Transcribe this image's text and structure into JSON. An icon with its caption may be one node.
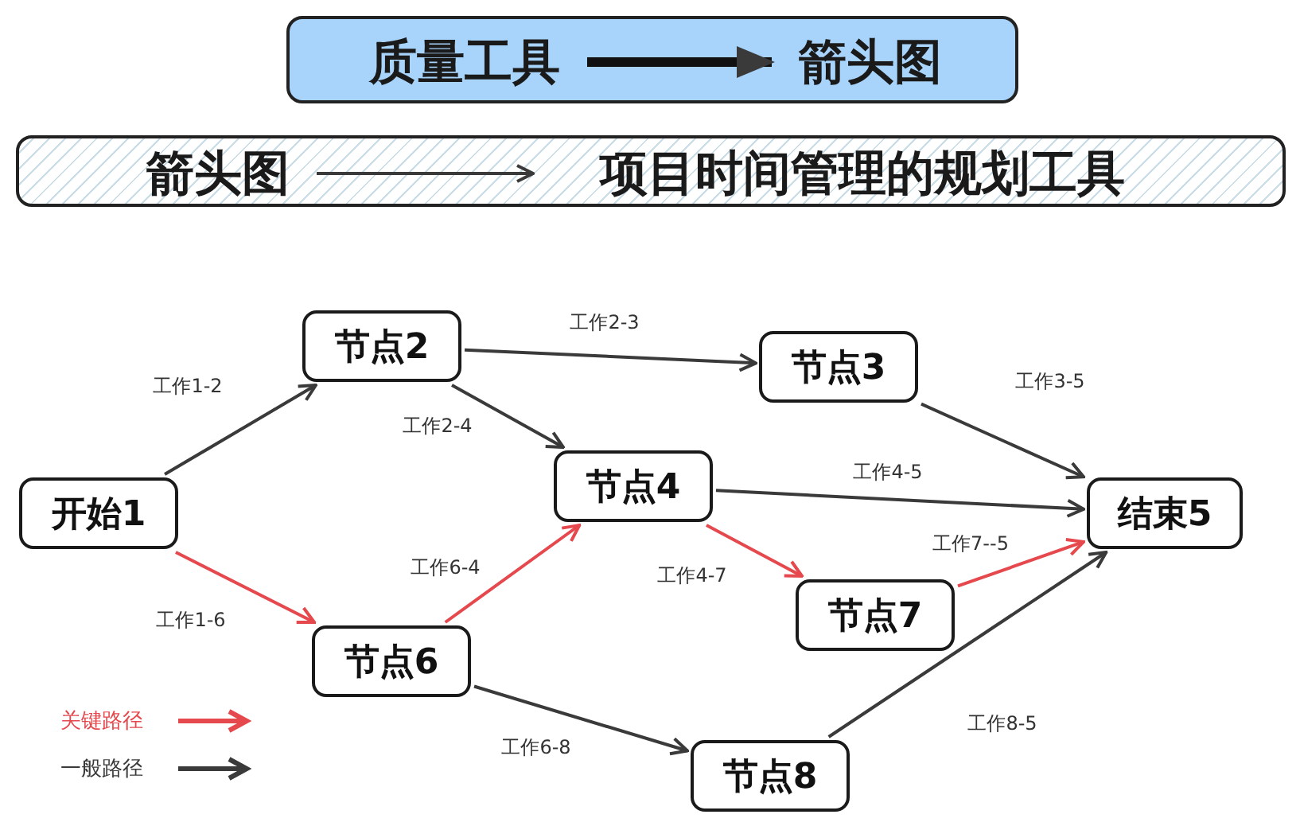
{
  "diagram": {
    "nodes": [
      {
        "text": [],
        "shape": "box"
      },
      {
        "text": [
          "质量工具"
        ],
        "in": 0
      },
      {
        "text": [
          "箭头图"
        ],
        "in": 0
      },
      {
        "text": [],
        "shape": "box"
      },
      {
        "text": [
          "箭头图"
        ],
        "in": 3
      },
      {
        "text": [
          "项目时间管理的规划工具"
        ],
        "in": 3
      },
      {
        "text": [
          "开始1"
        ]
      },
      {
        "text": [
          "节点2"
        ]
      },
      {
        "text": [
          "节点3"
        ]
      },
      {
        "text": [
          "节点4"
        ]
      },
      {
        "text": [
          "结束5"
        ]
      },
      {
        "text": [
          "节点6"
        ]
      },
      {
        "text": [
          "节点7"
        ]
      },
      {
        "text": [
          "节点8"
        ]
      }
    ],
    "edges": [
      {
        "from": 1,
        "to": 2,
        "arrow": "to",
        "style": "thick"
      },
      {
        "from": 4,
        "to": 5,
        "arrow": "to"
      },
      {
        "from": 6,
        "to": 7,
        "arrow": "to",
        "label": "工作1-2"
      },
      {
        "from": 7,
        "to": 8,
        "arrow": "to",
        "label": "工作2-3"
      },
      {
        "from": 7,
        "to": 9,
        "arrow": "to",
        "label": "工作2-4"
      },
      {
        "from": 8,
        "to": 10,
        "arrow": "to",
        "label": "工作3-5"
      },
      {
        "from": 9,
        "to": 10,
        "arrow": "to",
        "label": "工作4-5"
      },
      {
        "from": 6,
        "to": 11,
        "arrow": "to",
        "label": "工作1-6",
        "color": "#e5484d"
      },
      {
        "from": 11,
        "to": 9,
        "arrow": "to",
        "label": "工作6-4",
        "color": "#e5484d"
      },
      {
        "from": 9,
        "to": 12,
        "arrow": "to",
        "label": "工作4-7",
        "color": "#e5484d"
      },
      {
        "from": 12,
        "to": 10,
        "arrow": "to",
        "label": "工作7--5",
        "color": "#e5484d"
      },
      {
        "from": 11,
        "to": 13,
        "arrow": "to",
        "label": "工作6-8"
      },
      {
        "from": 13,
        "to": 10,
        "arrow": "to",
        "label": "工作8-5"
      }
    ],
    "legend": [
      {
        "text": "关键路径"
      },
      {
        "text": "一般路径"
      }
    ]
  }
}
